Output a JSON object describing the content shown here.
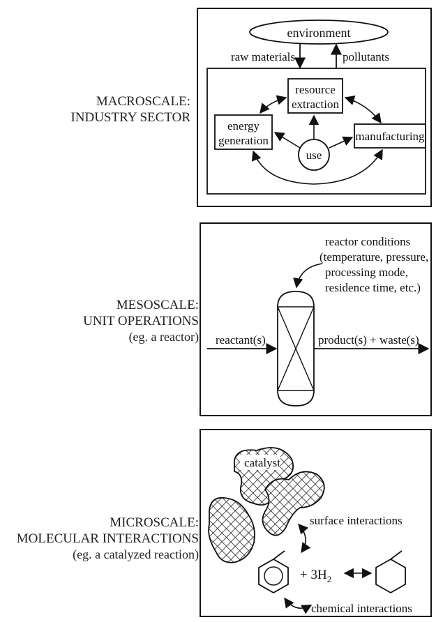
{
  "macro": {
    "label_line1": "MACROSCALE:",
    "label_line2": "INDUSTRY SECTOR",
    "environment": "environment",
    "raw_materials": "raw materials",
    "pollutants": "pollutants",
    "resource_line1": "resource",
    "resource_line2": "extraction",
    "energy_line1": "energy",
    "energy_line2": "generation",
    "manufacturing": "manufacturing",
    "use": "use"
  },
  "meso": {
    "label_line1": "MESOSCALE:",
    "label_line2": "UNIT OPERATIONS",
    "label_line3": "(eg. a reactor)",
    "cond_line1": "reactor conditions",
    "cond_line2": "(temperature, pressure,",
    "cond_line3": "processing mode,",
    "cond_line4": "residence time, etc.)",
    "reactants": "reactant(s)",
    "products": "product(s) + waste(s)"
  },
  "micro": {
    "label_line1": "MICROSCALE:",
    "label_line2": "MOLECULAR INTERACTIONS",
    "label_line3": "(eg. a catalyzed reaction)",
    "catalyst": "catalyst",
    "surface": "surface interactions",
    "plus_h2": "+ 3H",
    "h2_sub": "2",
    "chemical": "chemical interactions"
  }
}
